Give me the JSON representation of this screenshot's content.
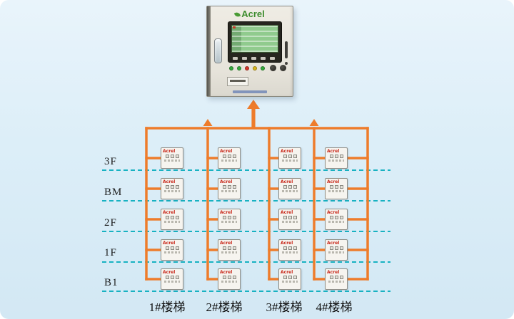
{
  "palette": {
    "orange": "#ee7c2b",
    "floor_line_teal": "#18b2c2",
    "brand_green": "#3f8d2f",
    "device_logo_red": "#c8281a"
  },
  "cabinet": {
    "brand": "Acrel",
    "leds": [
      "#35a93c",
      "#35a93c",
      "#d2362a",
      "#d9b51e",
      "#35a93c"
    ]
  },
  "device": {
    "brand": "Acrel"
  },
  "floors": [
    {
      "label": "3F"
    },
    {
      "label": "BM"
    },
    {
      "label": "2F"
    },
    {
      "label": "1F"
    },
    {
      "label": "B1"
    }
  ],
  "stairs": [
    {
      "label": "1#楼梯"
    },
    {
      "label": "2#楼梯"
    },
    {
      "label": "3#楼梯"
    },
    {
      "label": "4#楼梯"
    }
  ]
}
